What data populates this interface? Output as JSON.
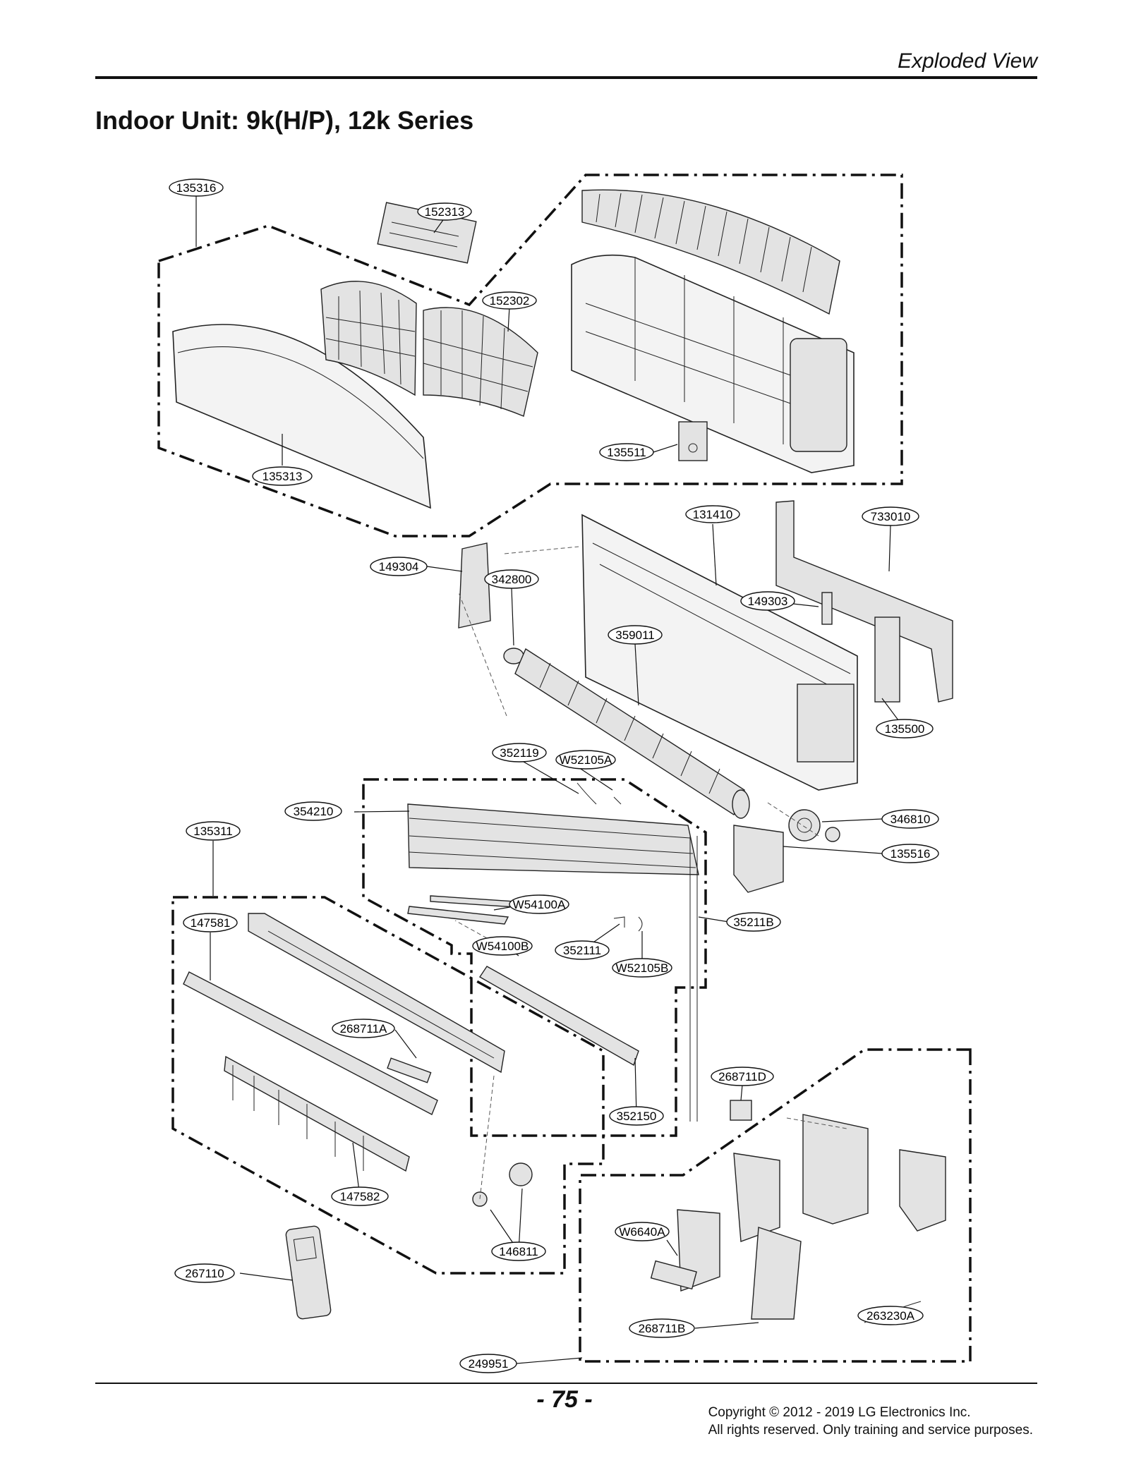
{
  "header": {
    "section": "Exploded View"
  },
  "title": "Indoor Unit: 9k(H/P), 12k Series",
  "callouts": [
    "135316",
    "152313",
    "152302",
    "135511",
    "135313",
    "131410",
    "733010",
    "149304",
    "342800",
    "149303",
    "359011",
    "135500",
    "352119",
    "W52105A",
    "354210",
    "346810",
    "135311",
    "135516",
    "W54100A",
    "147581",
    "35211B",
    "W54100B",
    "352111",
    "W52105B",
    "268711A",
    "268711D",
    "352150",
    "147582",
    "146811",
    "W6640A",
    "267110",
    "263230A",
    "268711B",
    "249951"
  ],
  "footer": {
    "page_number": "- 75 -",
    "copyright_line1": "Copyright © 2012 - 2019 LG Electronics Inc.",
    "copyright_line2": "All rights reserved. Only training and service purposes."
  }
}
